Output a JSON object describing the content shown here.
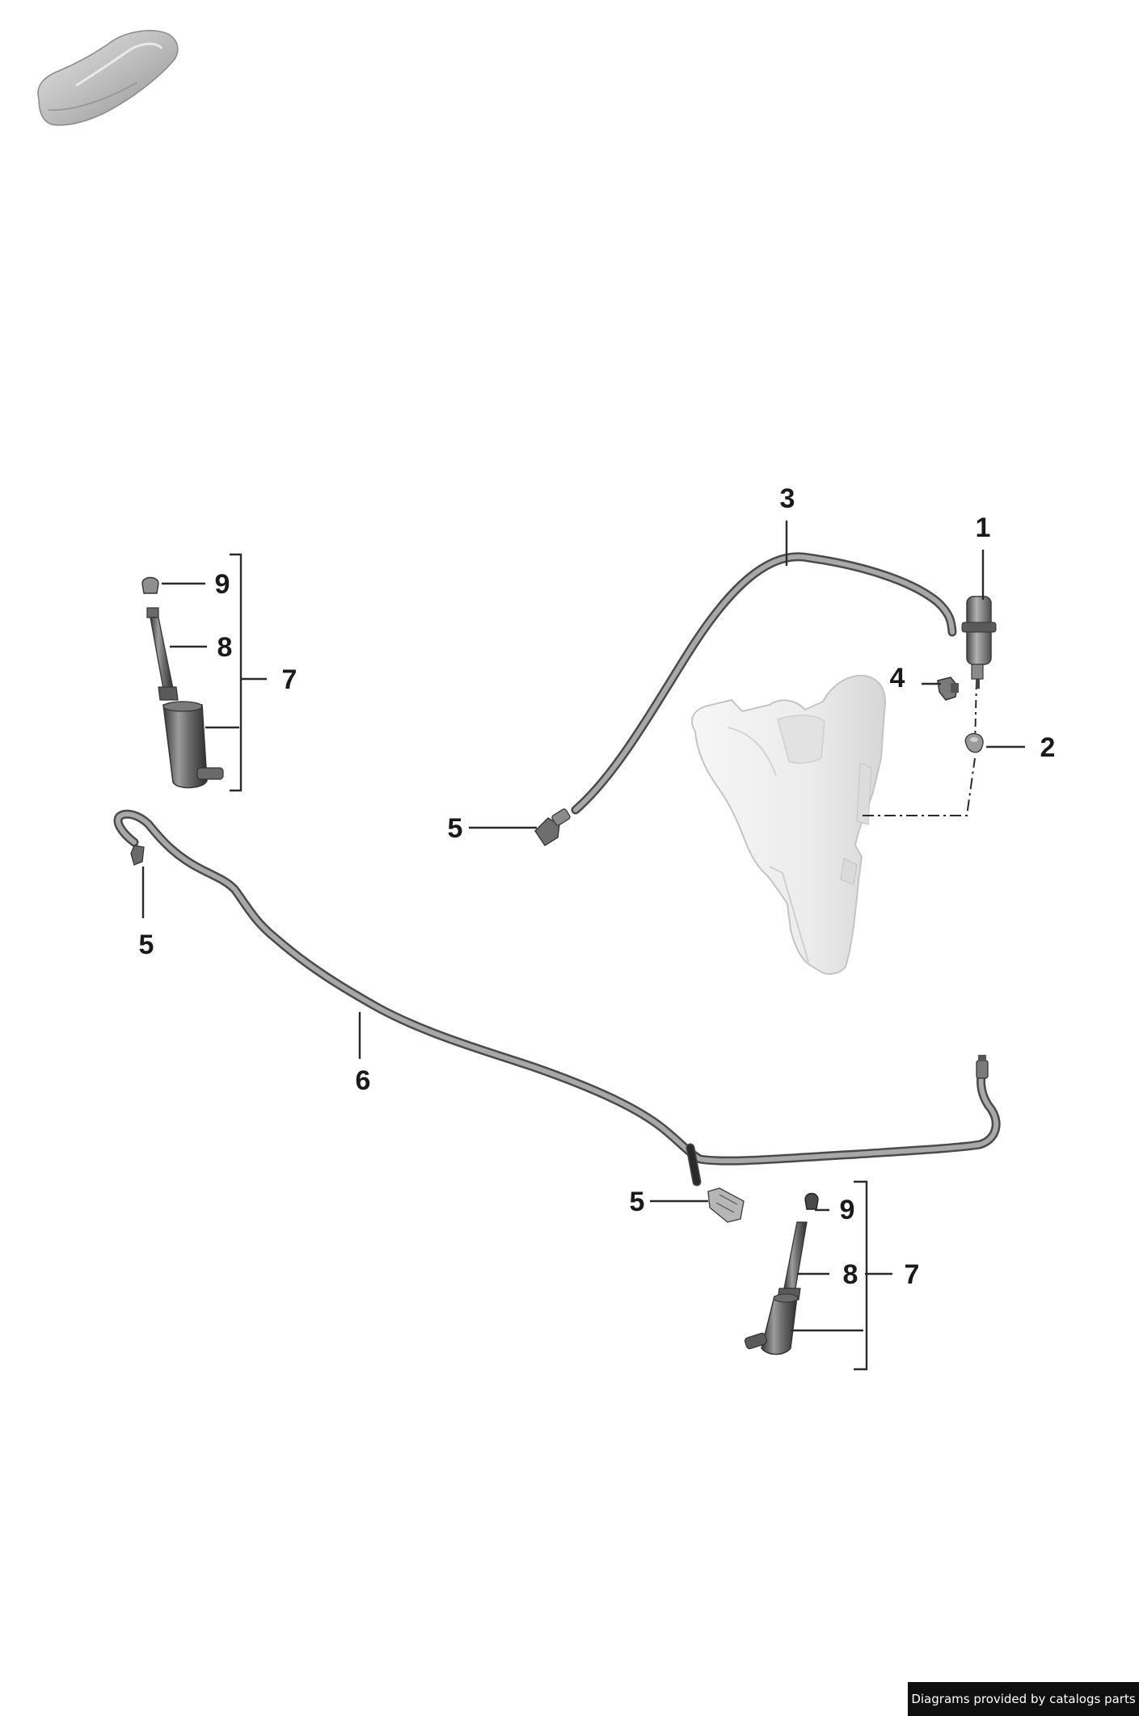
{
  "callouts": {
    "pump": "1",
    "grommet": "2",
    "hose_upper": "3",
    "valve": "4",
    "connector_upper": "5",
    "connector_left": "5",
    "connector_lower": "5",
    "hose_long": "6",
    "washer_assembly_left": "7",
    "nozzle_left": "8",
    "cap_left": "9",
    "washer_assembly_right": "7",
    "nozzle_right": "8",
    "cap_right": "9"
  },
  "credit": "Diagrams provided by catalogs parts",
  "colors": {
    "credit_background": "#0f0f0f",
    "line": "#2a2a2a",
    "part_gray": "#9a9a9a"
  }
}
